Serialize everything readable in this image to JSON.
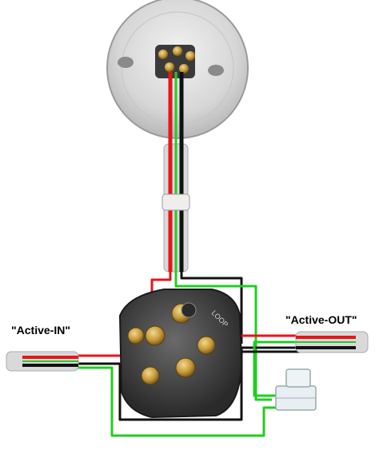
{
  "labels": {
    "active_in": "\"Active-IN\"",
    "active_out": "\"Active-OUT\""
  },
  "ceiling_rose": {
    "embossed_text": "",
    "plug_text": "LOOP"
  },
  "wire_colors": {
    "active": "#e8141c",
    "neutral": "#111111",
    "earth": "#22cc22",
    "brass": "#c8a040",
    "sheath": "#d9d9d9"
  }
}
